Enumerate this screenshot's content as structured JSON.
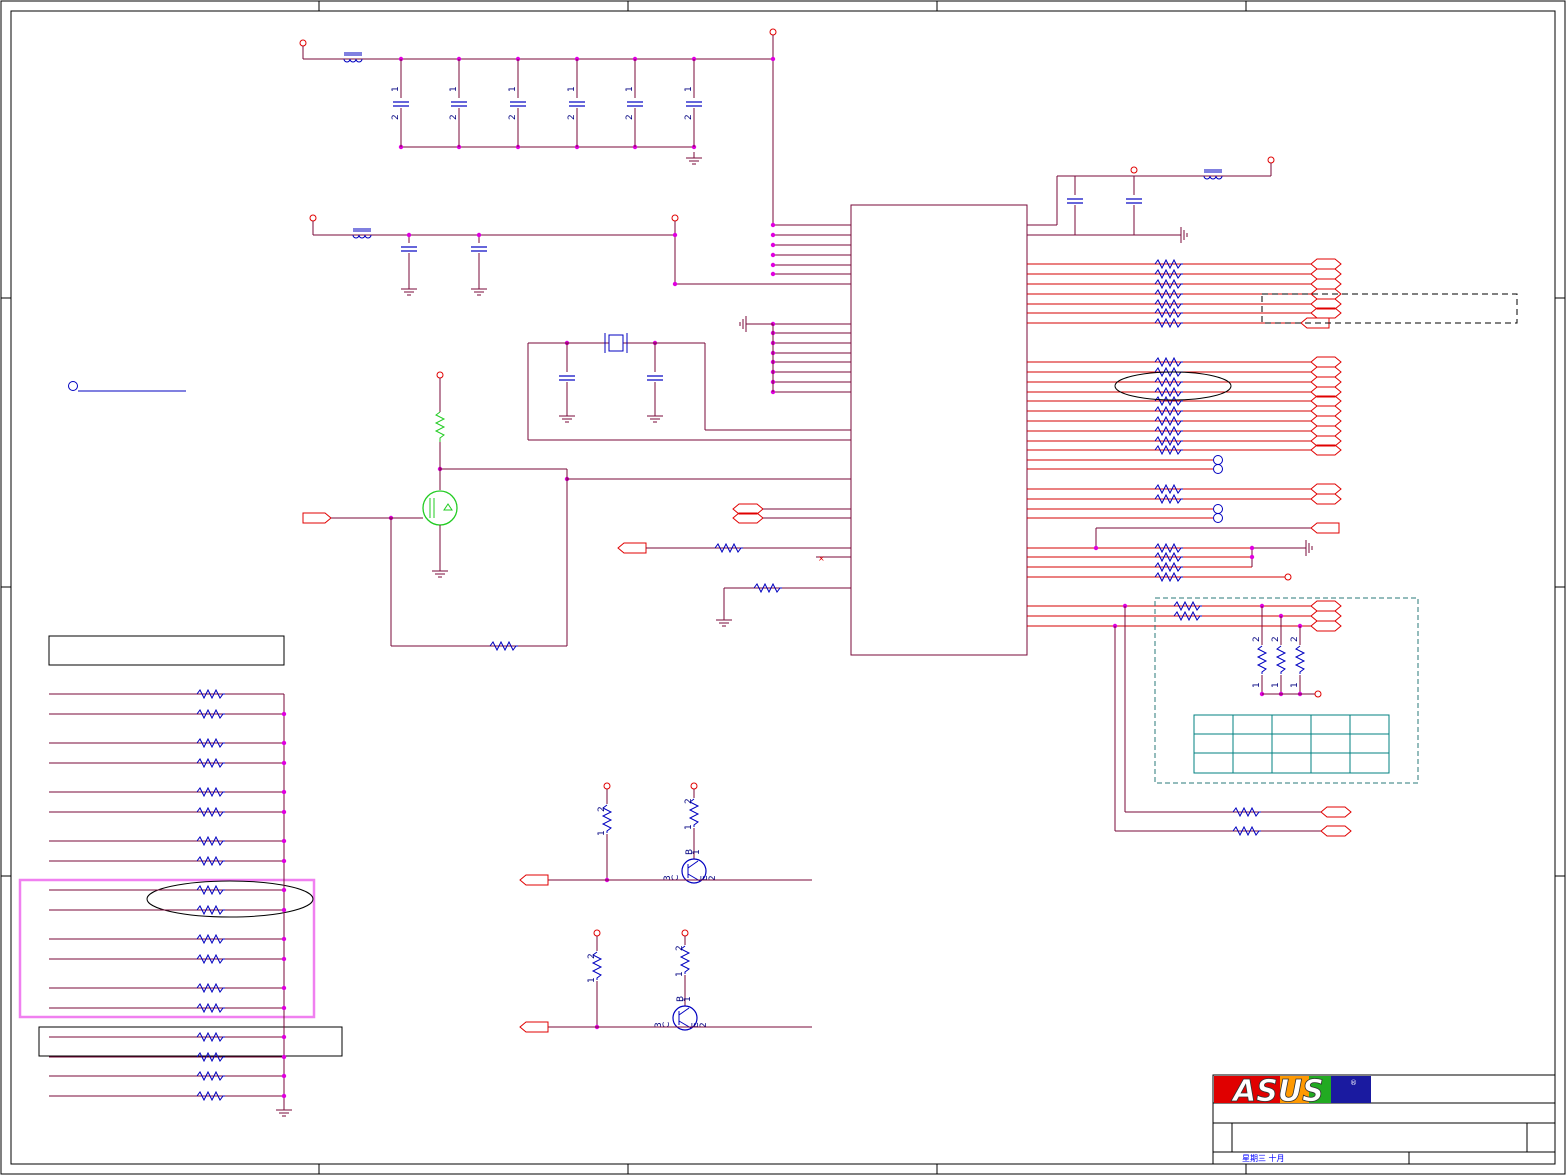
{
  "title_block": {
    "logo_text": "ASUS",
    "registered_mark": "®",
    "date_text": "星期三  十月"
  },
  "pin_labels": {
    "one": "1",
    "two": "2",
    "three": "3",
    "b": "B",
    "c": "C",
    "e": "E"
  },
  "colors": {
    "net_wire": "#7a0a3a",
    "bus_wire": "#d40000",
    "component": "#0000c0",
    "junction": "#e000e0",
    "port": "#e00000",
    "mosfet": "#22cc22",
    "highlight_box": "#f080f0",
    "table_grid": "#008080",
    "dashed_group": "#2a7a7a",
    "logo_bg": "#e00000",
    "logo_accent": "#1a1aa0"
  },
  "icons": [
    "ground-icon",
    "capacitor-icon",
    "resistor-icon",
    "inductor-icon",
    "crystal-icon",
    "npn-transistor-icon",
    "mosfet-icon",
    "offpage-connector-icon",
    "power-pin-icon",
    "no-connect-icon",
    "asus-logo-icon"
  ]
}
